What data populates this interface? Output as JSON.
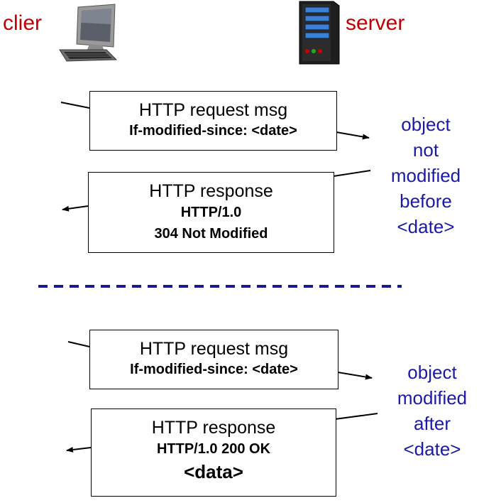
{
  "endpoints": {
    "client": "clier",
    "server": "server"
  },
  "scenario_not_modified": {
    "request": {
      "title": "HTTP request msg",
      "header": "If-modified-since: <date>"
    },
    "response": {
      "title": "HTTP response",
      "line1": "HTTP/1.0",
      "line2": "304 Not Modified"
    },
    "note": [
      "object",
      "not",
      "modified",
      "before",
      "<date>"
    ]
  },
  "scenario_modified": {
    "request": {
      "title": "HTTP request msg",
      "header": "If-modified-since: <date>"
    },
    "response": {
      "title": "HTTP response",
      "line1": "HTTP/1.0 200 OK",
      "line2": "<data>"
    },
    "note": [
      "object",
      "modified",
      "after",
      "<date>"
    ]
  },
  "colors": {
    "endpoint_label": "#c00000",
    "note_text": "#1a1aa6",
    "divider": "#1a1a8c"
  },
  "icons": {
    "client": "desktop-computer-icon",
    "server": "server-tower-icon"
  }
}
